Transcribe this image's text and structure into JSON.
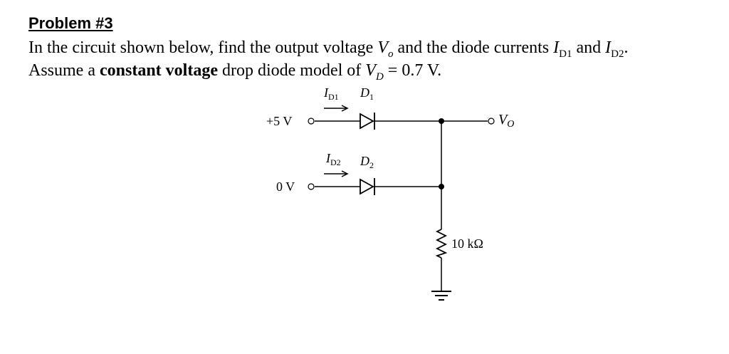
{
  "problem": {
    "heading": "Problem #3",
    "line1": {
      "t1": "In the circuit shown below, find the output voltage ",
      "vo_sym": "V",
      "vo_sub": "o",
      "t2": " and the diode currents ",
      "id1_sym": "I",
      "id1_sub": "D1",
      "t3": " and ",
      "id2_sym": "I",
      "id2_sub": "D2",
      "t4": "."
    },
    "line2": {
      "t1": "Assume a ",
      "bold": "constant voltage",
      "t2": " drop diode model of ",
      "vd_sym": "V",
      "vd_sub": "D",
      "t3": " = 0.7 V."
    }
  },
  "circuit": {
    "input1_label": "+5 V",
    "input2_label": "0 V",
    "id1_sym": "I",
    "id1_sub": "D1",
    "d1_sym": "D",
    "d1_sub": "1",
    "id2_sym": "I",
    "id2_sub": "D2",
    "d2_sym": "D",
    "d2_sub": "2",
    "resistor_label": "10 kΩ",
    "output_sym": "V",
    "output_sub": "O"
  }
}
